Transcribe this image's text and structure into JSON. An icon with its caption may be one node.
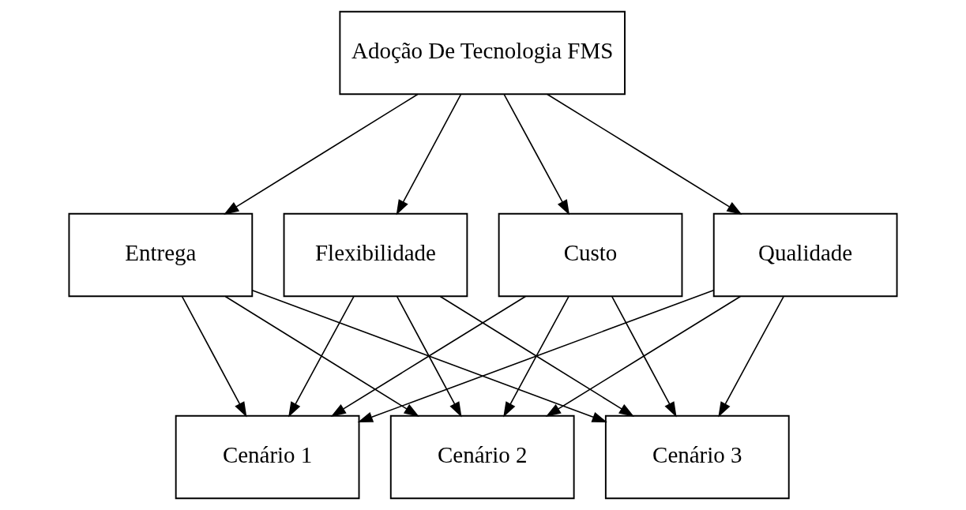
{
  "diagram": {
    "nodes": [
      {
        "text": [
          "Adoção De Tecnologia FMS"
        ]
      },
      {
        "text": [
          "Custo"
        ]
      },
      {
        "text": [
          "Qualidade"
        ]
      },
      {
        "text": [
          "Entrega"
        ]
      },
      {
        "text": [
          "Flexibilidade"
        ]
      },
      {
        "text": [
          "Cenário 1"
        ]
      },
      {
        "text": [
          "Cenário 2"
        ]
      },
      {
        "text": [
          "Cenário 3"
        ]
      }
    ],
    "edges": [
      {
        "from": 0,
        "to": 1,
        "arrow": "to"
      },
      {
        "from": 0,
        "to": 2,
        "arrow": "to"
      },
      {
        "from": 0,
        "to": 3,
        "arrow": "to"
      },
      {
        "from": 0,
        "to": 4,
        "arrow": "to"
      },
      {
        "from": 1,
        "to": 5,
        "arrow": "to"
      },
      {
        "from": 1,
        "to": 6,
        "arrow": "to"
      },
      {
        "from": 1,
        "to": 7,
        "arrow": "to"
      },
      {
        "from": 2,
        "to": 5,
        "arrow": "to"
      },
      {
        "from": 2,
        "to": 6,
        "arrow": "to"
      },
      {
        "from": 2,
        "to": 7,
        "arrow": "to"
      },
      {
        "from": 3,
        "to": 5,
        "arrow": "to"
      },
      {
        "from": 3,
        "to": 6,
        "arrow": "to"
      },
      {
        "from": 3,
        "to": 7,
        "arrow": "to"
      },
      {
        "from": 4,
        "to": 5,
        "arrow": "to"
      },
      {
        "from": 4,
        "to": 6,
        "arrow": "to"
      },
      {
        "from": 4,
        "to": 7,
        "arrow": "to"
      }
    ]
  }
}
